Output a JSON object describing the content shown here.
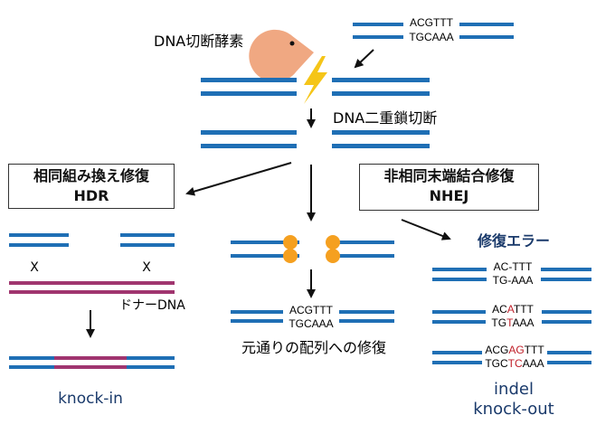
{
  "colors": {
    "dna_blue": "#1f6fb5",
    "donor_magenta": "#a0356f",
    "enzyme_salmon": "#f0a882",
    "lightning_yellow": "#f5c518",
    "protein_orange": "#f5a020",
    "error_red": "#c0202a",
    "label_navy": "#1a3a6b"
  },
  "icons": [
    "pacman-enzyme-icon",
    "lightning-icon",
    "ku-protein-icon"
  ],
  "labels": {
    "enzyme": "DNA切断酵素",
    "dsb": "DNA二重鎖切断",
    "hdr_title": "相同組み換え修復",
    "hdr_abbr": "HDR",
    "nhej_title": "非相同末端結合修復",
    "nhej_abbr": "NHEJ",
    "donor": "ドナーDNA",
    "x_mark": "X",
    "knock_in": "knock-in",
    "restore": "元通りの配列への修復",
    "repair_error": "修復エラー",
    "indel": "indel",
    "knock_out": "knock-out"
  },
  "sequences": {
    "top": {
      "upper": "ACGTTT",
      "lower": "TGCAAA"
    },
    "restored": {
      "upper": "ACGTTT",
      "lower": "TGCAAA"
    },
    "error1": {
      "upper": "AC-TTT",
      "lower": "TG-AAA"
    },
    "error2": {
      "upper_parts": [
        "AC",
        "A",
        "TTT"
      ],
      "lower_parts": [
        "TG",
        "T",
        "AAA"
      ]
    },
    "error3": {
      "upper_parts": [
        "ACG",
        "AG",
        "TTT"
      ],
      "lower_parts": [
        "TGC",
        "TC",
        "AAA"
      ]
    }
  }
}
